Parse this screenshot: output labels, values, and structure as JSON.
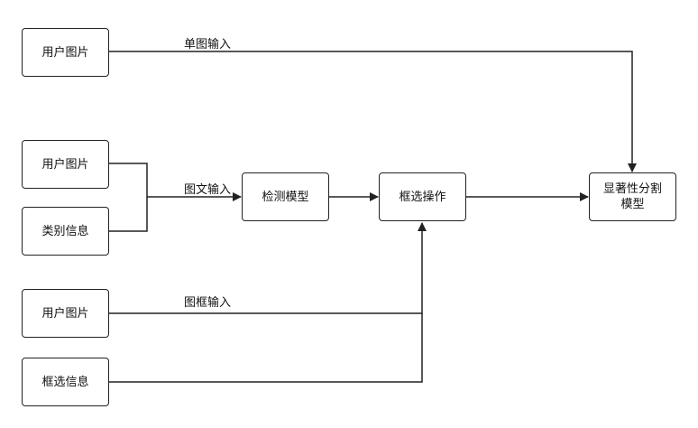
{
  "nodes": {
    "user_image_1": "用户图片",
    "user_image_2": "用户图片",
    "category_info": "类别信息",
    "user_image_3": "用户图片",
    "box_info": "框选信息",
    "detection_model": "检测模型",
    "box_select_op": "框选操作",
    "saliency_model_line1": "显著性分割",
    "saliency_model_line2": "模型"
  },
  "edge_labels": {
    "single_image_input": "单图输入",
    "image_text_input": "图文输入",
    "image_box_input": "图框输入"
  }
}
